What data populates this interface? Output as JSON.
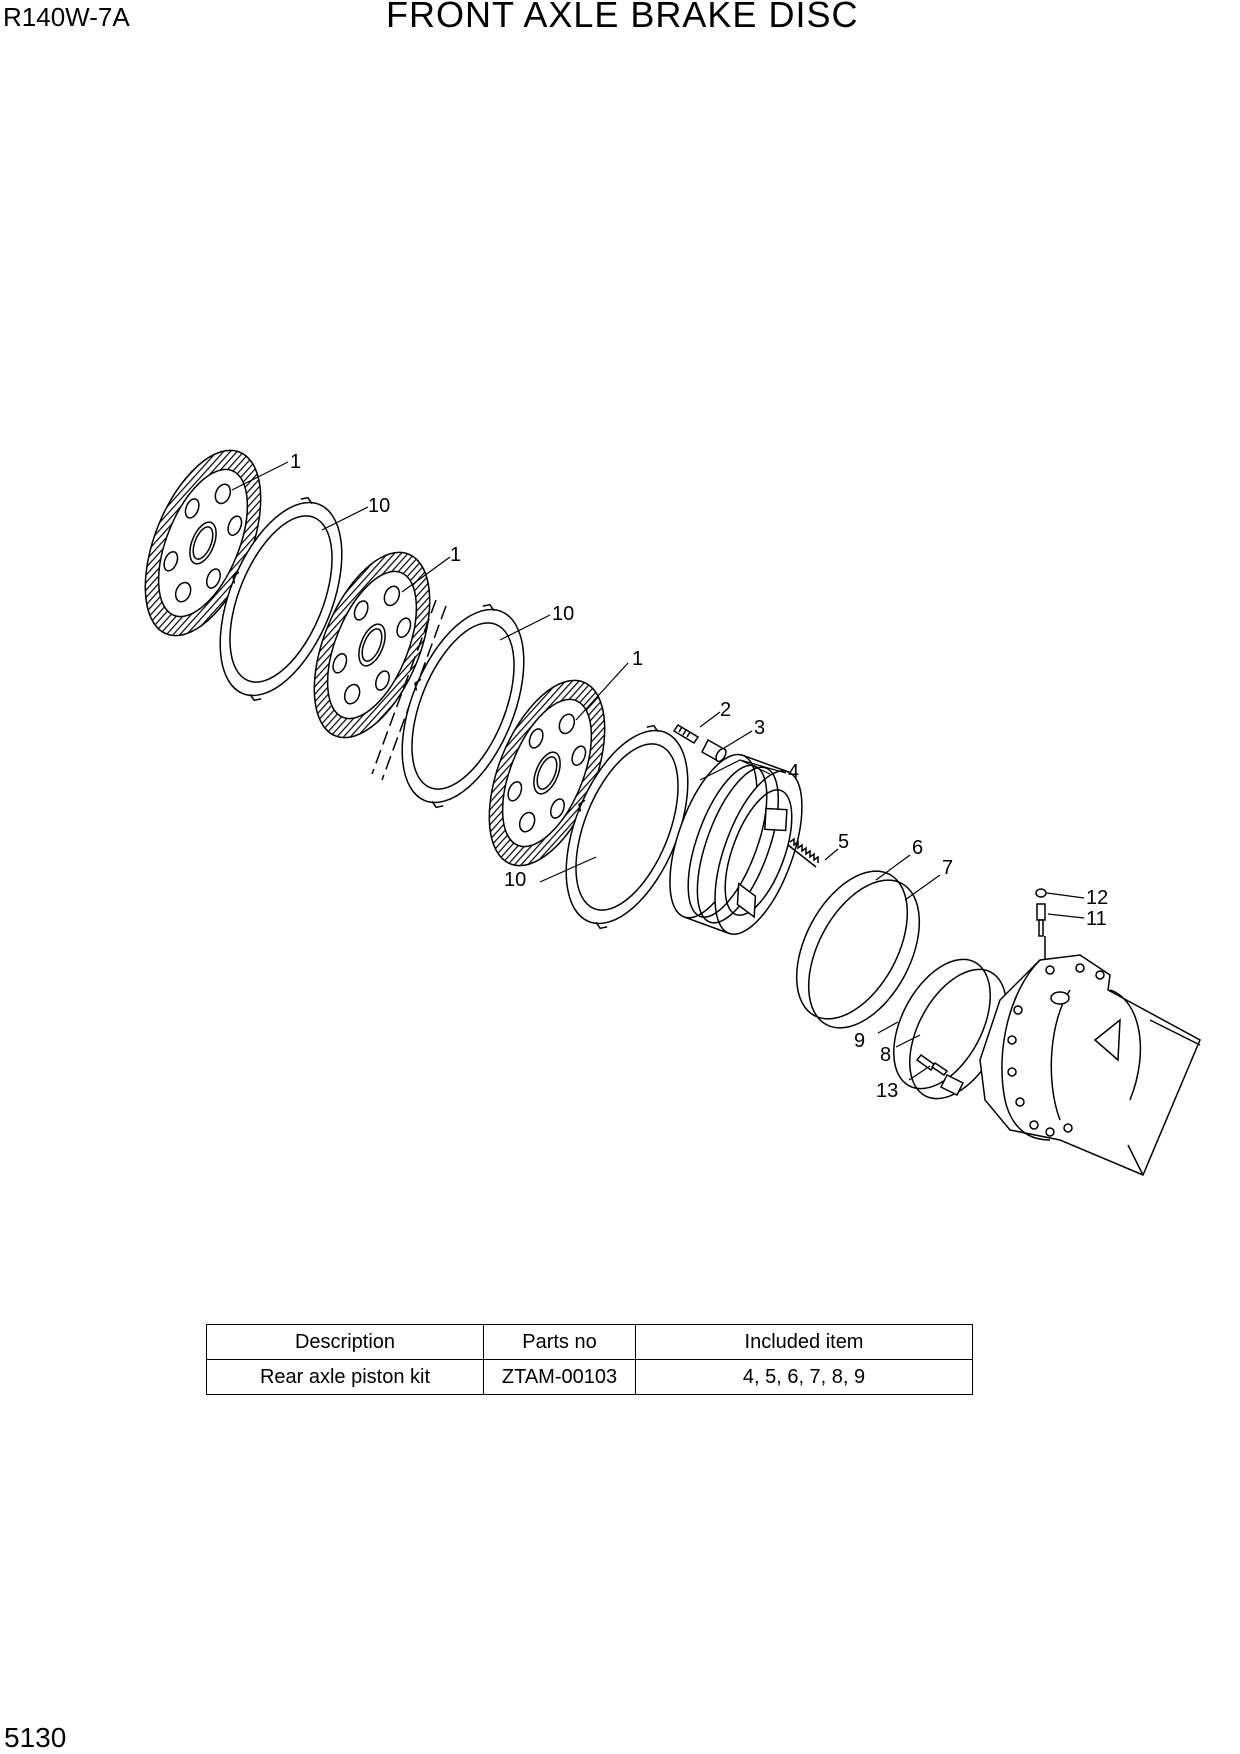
{
  "header": {
    "model": "R140W-7A",
    "title": "FRONT AXLE BRAKE DISC"
  },
  "footer": {
    "page_number": "5130"
  },
  "callouts": [
    {
      "id": "c1a",
      "label": "1"
    },
    {
      "id": "c10a",
      "label": "10"
    },
    {
      "id": "c1b",
      "label": "1"
    },
    {
      "id": "c10b",
      "label": "10"
    },
    {
      "id": "c1c",
      "label": "1"
    },
    {
      "id": "c2",
      "label": "2"
    },
    {
      "id": "c3",
      "label": "3"
    },
    {
      "id": "c4",
      "label": "4"
    },
    {
      "id": "c10c",
      "label": "10"
    },
    {
      "id": "c5",
      "label": "5"
    },
    {
      "id": "c6",
      "label": "6"
    },
    {
      "id": "c7",
      "label": "7"
    },
    {
      "id": "c12",
      "label": "12"
    },
    {
      "id": "c11",
      "label": "11"
    },
    {
      "id": "c9",
      "label": "9"
    },
    {
      "id": "c8",
      "label": "8"
    },
    {
      "id": "c13",
      "label": "13"
    }
  ],
  "kit_table": {
    "headers": [
      "Description",
      "Parts no",
      "Included item"
    ],
    "rows": [
      [
        "Rear axle piston kit",
        "ZTAM-00103",
        "4, 5, 6, 7, 8, 9"
      ]
    ]
  }
}
